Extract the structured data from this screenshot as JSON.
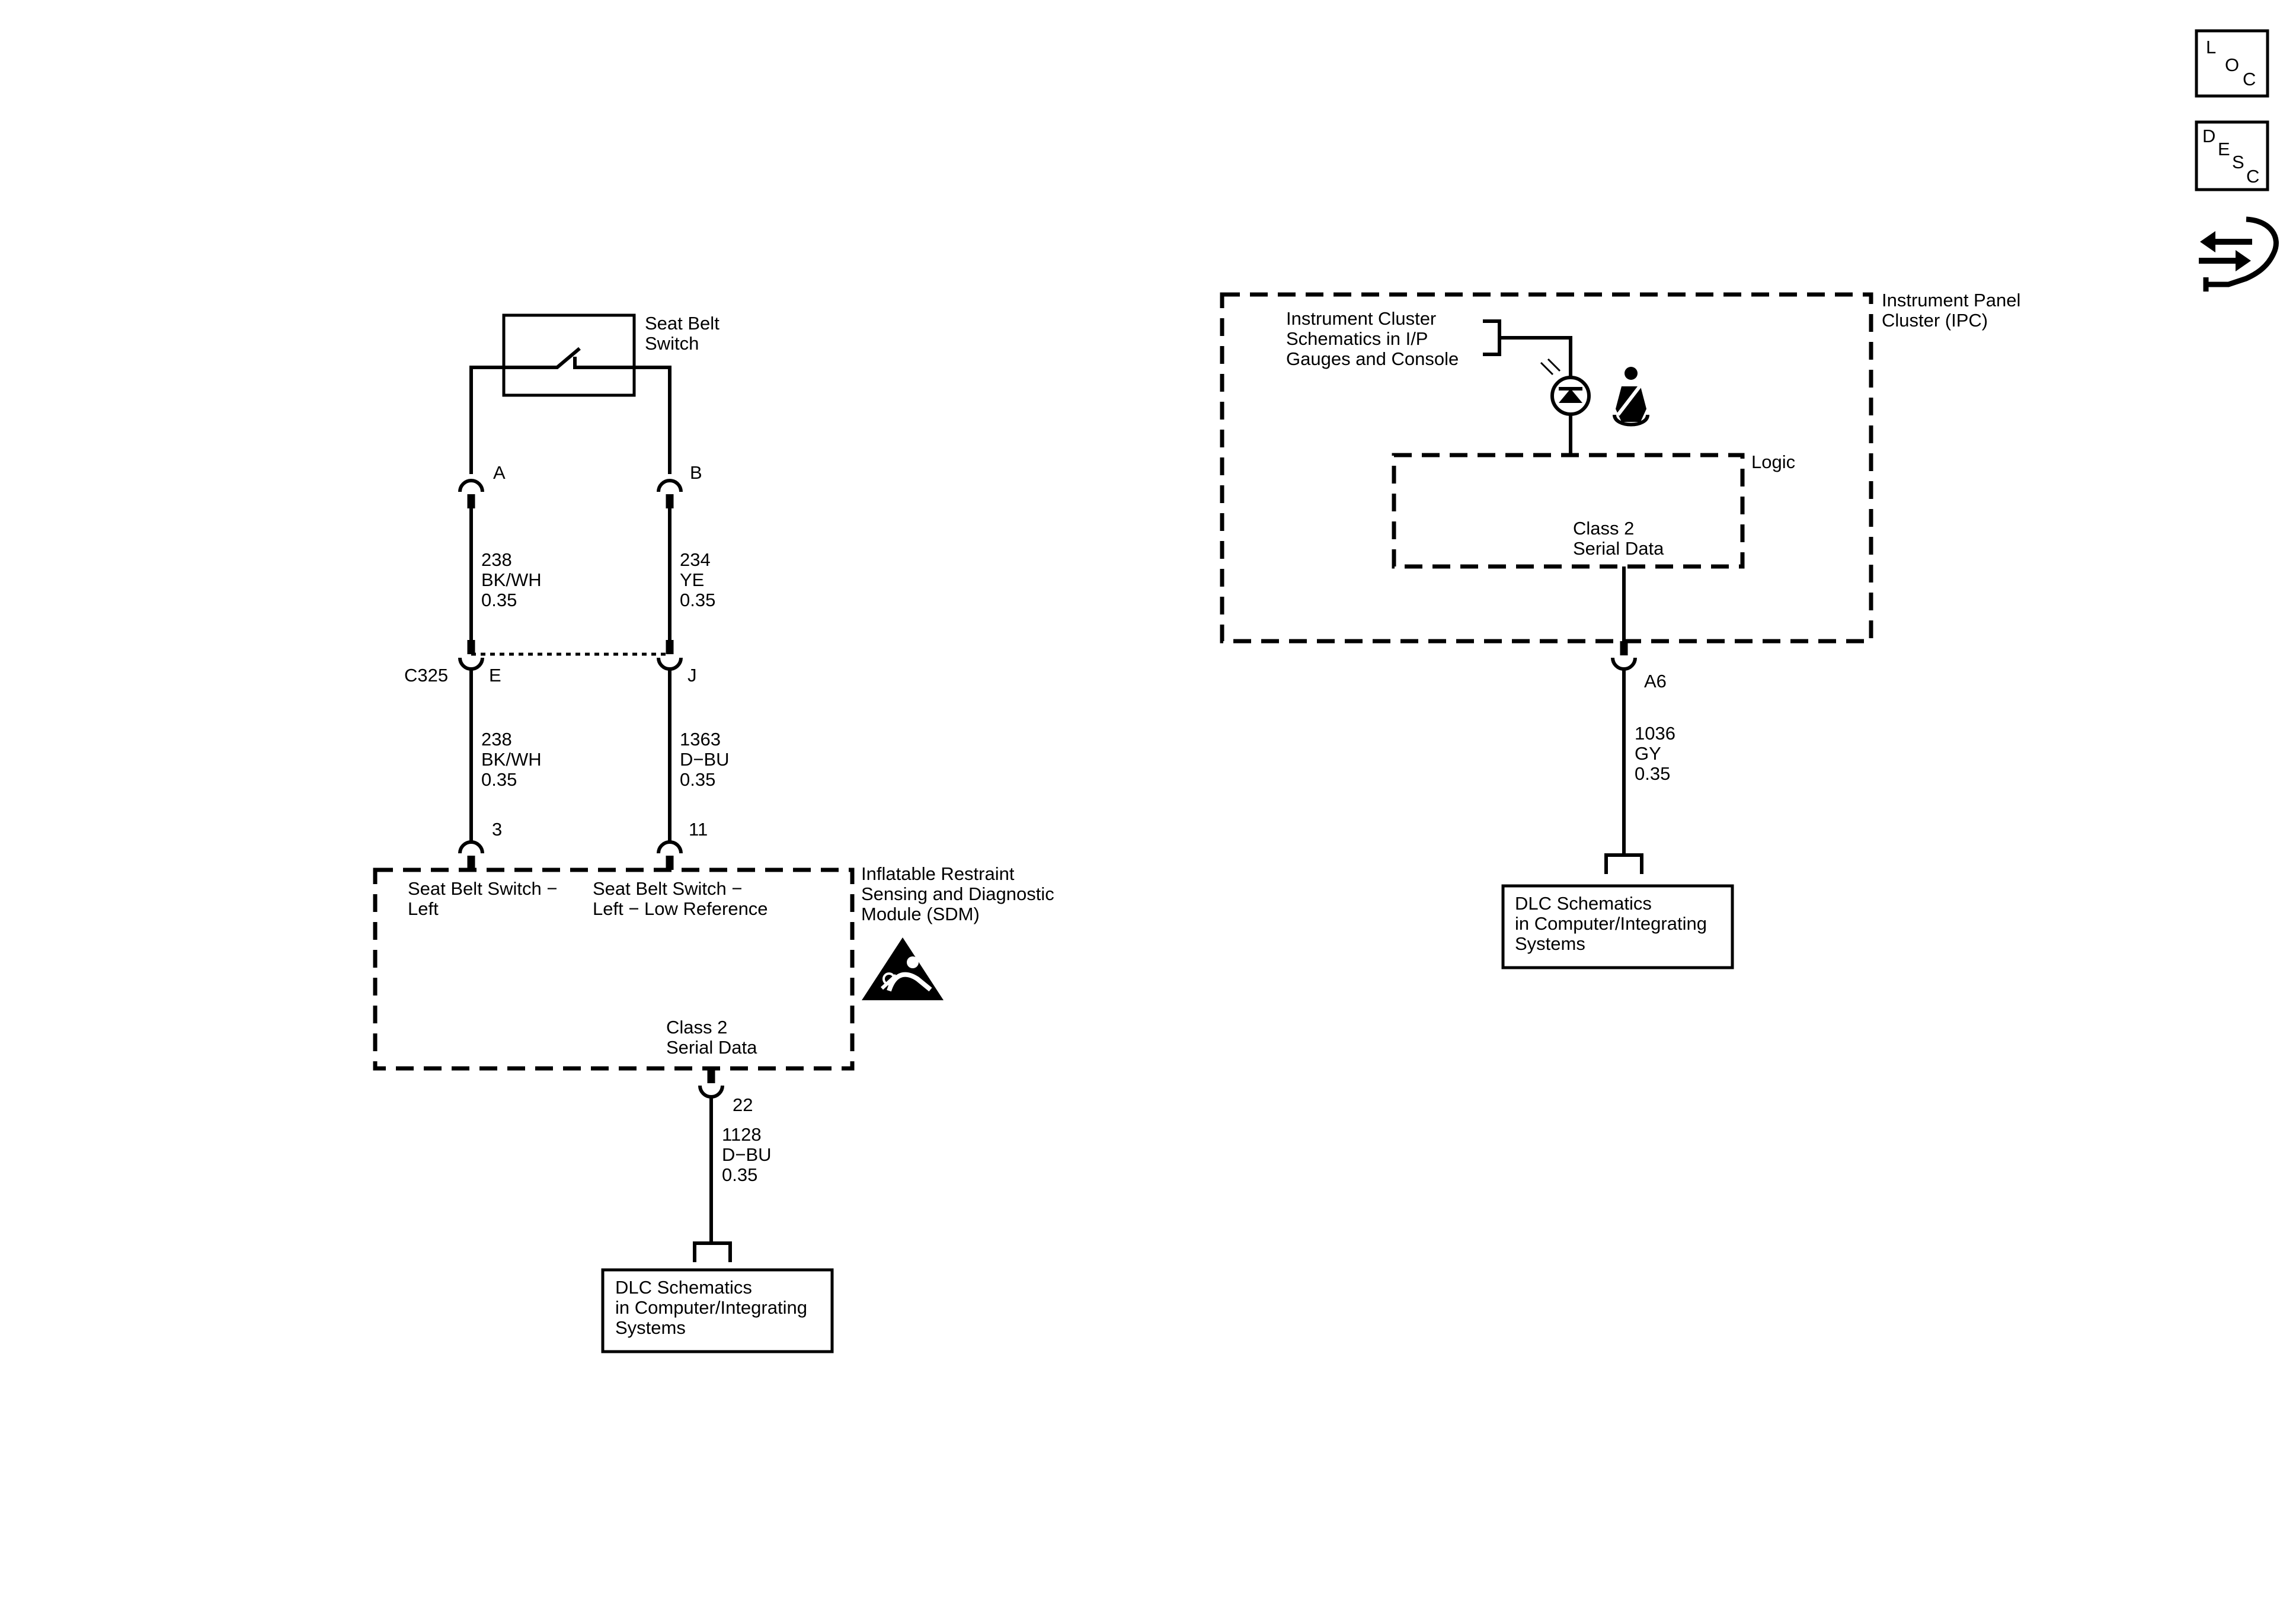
{
  "icons": {
    "loc": {
      "letters": [
        "L",
        "O",
        "C"
      ]
    },
    "desc": {
      "letters": [
        "D",
        "E",
        "S",
        "C"
      ]
    },
    "repair": {
      "name": "wrench-arrows-icon"
    },
    "sdm_warning": {
      "name": "airbag-warning-icon"
    },
    "seatbelt": {
      "name": "seatbelt-icon"
    }
  },
  "seat_belt_switch": {
    "label": [
      "Seat Belt",
      "Switch"
    ]
  },
  "connectors": {
    "a": "A",
    "b": "B",
    "c325": "C325",
    "e": "E",
    "j": "J",
    "pin3": "3",
    "pin11": "11",
    "pin22": "22",
    "a6": "A6"
  },
  "wires": {
    "w238_upper": [
      "238",
      "BK/WH",
      "0.35"
    ],
    "w234": [
      "234",
      "YE",
      "0.35"
    ],
    "w238_lower": [
      "238",
      "BK/WH",
      "0.35"
    ],
    "w1363": [
      "1363",
      "D−BU",
      "0.35"
    ],
    "w1128": [
      "1128",
      "D−BU",
      "0.35"
    ],
    "w1036": [
      "1036",
      "GY",
      "0.35"
    ]
  },
  "sdm": {
    "name": [
      "Inflatable Restraint",
      "Sensing and Diagnostic",
      "Module (SDM)"
    ],
    "pin_left": [
      "Seat Belt Switch −",
      "Left"
    ],
    "pin_right": [
      "Seat Belt Switch −",
      "Left − Low Reference"
    ],
    "serial": [
      "Class 2",
      "Serial Data"
    ]
  },
  "dlc_left": {
    "text": [
      "DLC Schematics",
      "in Computer/Integrating",
      "Systems"
    ]
  },
  "ipc": {
    "name": [
      "Instrument Panel",
      "Cluster (IPC)"
    ],
    "ref": [
      "Instrument Cluster",
      "Schematics in I/P",
      "Gauges and Console"
    ],
    "logic": "Logic",
    "serial": [
      "Class 2",
      "Serial Data"
    ]
  },
  "dlc_right": {
    "text": [
      "DLC Schematics",
      "in Computer/Integrating",
      "Systems"
    ]
  }
}
